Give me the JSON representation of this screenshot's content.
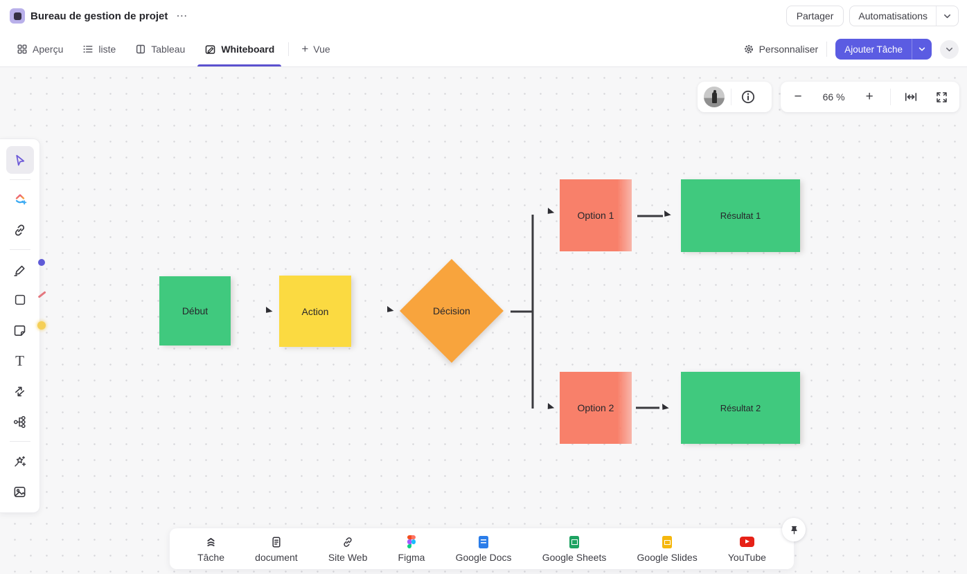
{
  "header": {
    "title": "Bureau de gestion de projet",
    "more_icon": "⋯",
    "share_label": "Partager",
    "automations_label": "Automatisations"
  },
  "view_bar": {
    "tabs": [
      {
        "label": "Aperçu",
        "icon": "grid-icon",
        "active": false
      },
      {
        "label": "liste",
        "icon": "list-icon",
        "active": false
      },
      {
        "label": "Tableau",
        "icon": "board-icon",
        "active": false
      },
      {
        "label": "Whiteboard",
        "icon": "whiteboard-icon",
        "active": true
      }
    ],
    "add_view": {
      "plus_icon": "+",
      "label": "Vue"
    },
    "customize_label": "Personnaliser",
    "add_task_label": "Ajouter Tâche"
  },
  "board_controls": {
    "zoom_out_icon": "−",
    "zoom_level": "66 %",
    "zoom_in_icon": "+",
    "icons": [
      "avatar",
      "info-icon",
      "fit-width-icon",
      "fullscreen-icon"
    ]
  },
  "toolbar": {
    "tools": [
      "select",
      "ai-shapes",
      "link",
      "highlighter",
      "shape",
      "sticky-note",
      "text",
      "connector",
      "mind-map",
      "ai-wand",
      "image"
    ],
    "text_tool_glyph": "T",
    "pen_color": "#5f5bd7",
    "shape_color": "#e4777e",
    "sticky_color": "#f5cf57"
  },
  "flowchart": {
    "nodes": [
      {
        "id": "debut",
        "label": "Début",
        "shape": "rect",
        "color": "#40c97e"
      },
      {
        "id": "action",
        "label": "Action",
        "shape": "rect",
        "color": "#fbda41"
      },
      {
        "id": "decision",
        "label": "Décision",
        "shape": "diamond",
        "color": "#f8a43d"
      },
      {
        "id": "option1",
        "label": "Option 1",
        "shape": "rect",
        "color": "#f8806a"
      },
      {
        "id": "resultat1",
        "label": "Résultat 1",
        "shape": "rect",
        "color": "#40c97e"
      },
      {
        "id": "option2",
        "label": "Option 2",
        "shape": "rect",
        "color": "#f8806a"
      },
      {
        "id": "resultat2",
        "label": "Résultat 2",
        "shape": "rect",
        "color": "#40c97e"
      }
    ],
    "connector_color": "#3a3a3e"
  },
  "dock": {
    "items": [
      {
        "label": "Tâche",
        "icon": "clickup-task-icon"
      },
      {
        "label": "document",
        "icon": "document-icon"
      },
      {
        "label": "Site Web",
        "icon": "link-icon"
      },
      {
        "label": "Figma",
        "icon": "figma-icon"
      },
      {
        "label": "Google Docs",
        "icon": "google-docs-icon"
      },
      {
        "label": "Google Sheets",
        "icon": "google-sheets-icon"
      },
      {
        "label": "Google Slides",
        "icon": "google-slides-icon"
      },
      {
        "label": "YouTube",
        "icon": "youtube-icon"
      }
    ]
  },
  "colors": {
    "accent": "#5b5ce2",
    "tab_underline": "#5b51cf",
    "canvas_bg": "#f7f7f8"
  }
}
